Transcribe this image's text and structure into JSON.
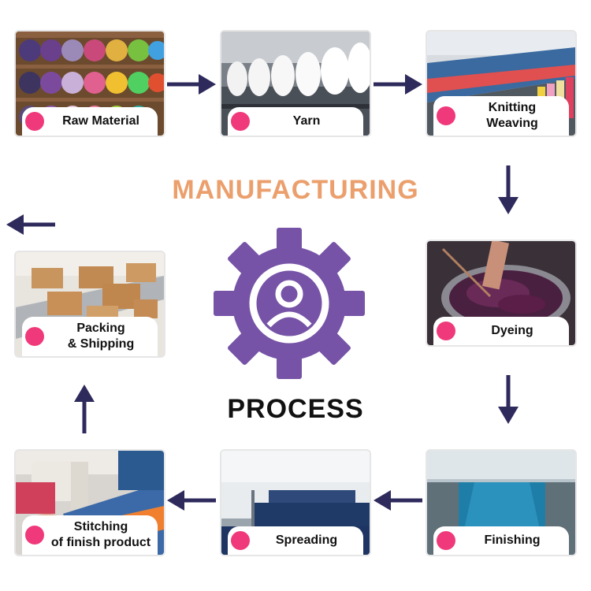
{
  "title": "MANUFACTURING",
  "subtitle": "PROCESS",
  "colors": {
    "accent_pink": "#f0397a",
    "arrow_navy": "#2e2a5c",
    "gear_purple": "#7653a6",
    "title_orange": "#eb9f6c"
  },
  "icons": {
    "center": "gear-with-person-icon",
    "arrows": "arrow-icon"
  },
  "steps": [
    {
      "label_line1": "Raw Material",
      "label_line2": ""
    },
    {
      "label_line1": "Yarn",
      "label_line2": ""
    },
    {
      "label_line1": "Knitting",
      "label_line2": "Weaving"
    },
    {
      "label_line1": "Dyeing",
      "label_line2": ""
    },
    {
      "label_line1": "Finishing",
      "label_line2": ""
    },
    {
      "label_line1": "Spreading",
      "label_line2": ""
    },
    {
      "label_line1": "Stitching",
      "label_line2": "of finish product"
    },
    {
      "label_line1": "Packing",
      "label_line2": "& Shipping"
    }
  ]
}
